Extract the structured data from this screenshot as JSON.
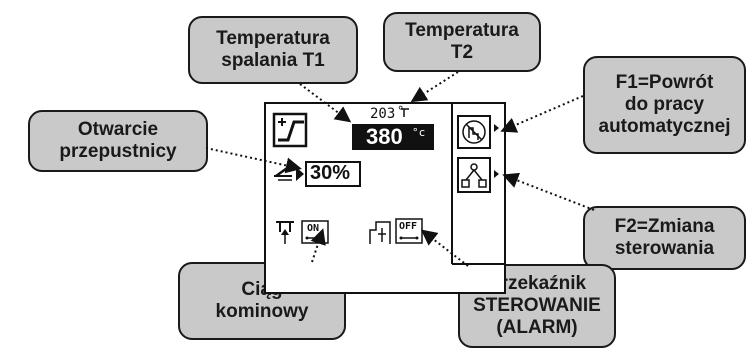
{
  "callouts": {
    "temp_t1": "Temperatura\nspalania T1",
    "temp_t2": "Temperatura\nT2",
    "damper": "Otwarcie\nprzepustnicy",
    "f1": "F1=Powrót\ndo pracy\nautomatycznej",
    "f2": "F2=Zmiana\nsterowania",
    "draft": "Ciąg\nkominowy",
    "relay": "Przekaźnik\nSTEROWANIE\n(ALARM)"
  },
  "display": {
    "t2_value": "203",
    "t2_unit": "°",
    "t1_value": "380",
    "t1_unit": "°c",
    "damper_value": "30%",
    "draft_status": "ON",
    "relay_status": "OFF"
  }
}
